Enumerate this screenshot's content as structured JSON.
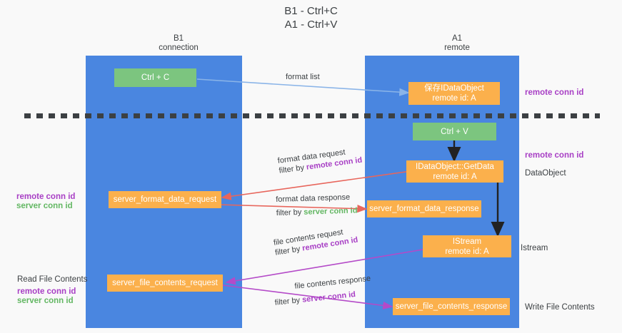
{
  "title": {
    "line1": "B1 - Ctrl+C",
    "line2": "A1 - Ctrl+V"
  },
  "columns": [
    {
      "name": "B1",
      "role": "connection"
    },
    {
      "name": "A1",
      "role": "remote"
    }
  ],
  "colors": {
    "lane": "#4a86e0",
    "green_node": "#7cc57f",
    "orange_node": "#fbb04c",
    "remote_conn_id": "#a83fc5",
    "server_conn_id": "#63b763",
    "format_arrow": "#e8665c",
    "file_arrow": "#b44ac8",
    "format_list_arrow": "#8ab4e8",
    "divider": "#3c4043",
    "background": "#f9f9f9"
  },
  "nodes": {
    "ctrl_c": {
      "label": "Ctrl + C"
    },
    "save_data_object": {
      "line1": "保存IDataObject",
      "line2": "remote id: A"
    },
    "ctrl_v": {
      "label": "Ctrl + V"
    },
    "get_data": {
      "line1": "IDataObject::GetData",
      "line2": "remote id: A"
    },
    "format_data_request": {
      "label": "server_format_data_request"
    },
    "format_data_response": {
      "label": "server_format_data_response"
    },
    "istream": {
      "line1": "IStream",
      "line2": "remote id: A"
    },
    "file_contents_request": {
      "label": "server_file_contents_request"
    },
    "file_contents_response": {
      "label": "server_file_contents_response"
    }
  },
  "edges": {
    "format_list": {
      "label": "format list"
    },
    "format_data_request": {
      "line1": "format data request",
      "filter_prefix": "filter by ",
      "filter_key": "remote conn id"
    },
    "format_data_response": {
      "line1": "format data response",
      "filter_prefix": "filter by ",
      "filter_key": "server conn id"
    },
    "file_contents_request": {
      "line1": "file contents request",
      "filter_prefix": "filter by ",
      "filter_key": "remote conn id"
    },
    "file_contents_response": {
      "line1": "file contents response",
      "filter_prefix": "filter by ",
      "filter_key": "server conn id"
    }
  },
  "right_labels": {
    "remote_conn_id_top": "remote conn id",
    "remote_conn_id_mid": "remote conn id",
    "data_object": "DataObject",
    "istream": "Istream",
    "write_file_contents": "Write File Contents"
  },
  "left_labels": {
    "remote_conn_id": "remote conn id",
    "server_conn_id": "server conn id",
    "read_file_contents": "Read File Contents",
    "remote_conn_id_2": "remote conn id",
    "server_conn_id_2": "server conn id"
  }
}
